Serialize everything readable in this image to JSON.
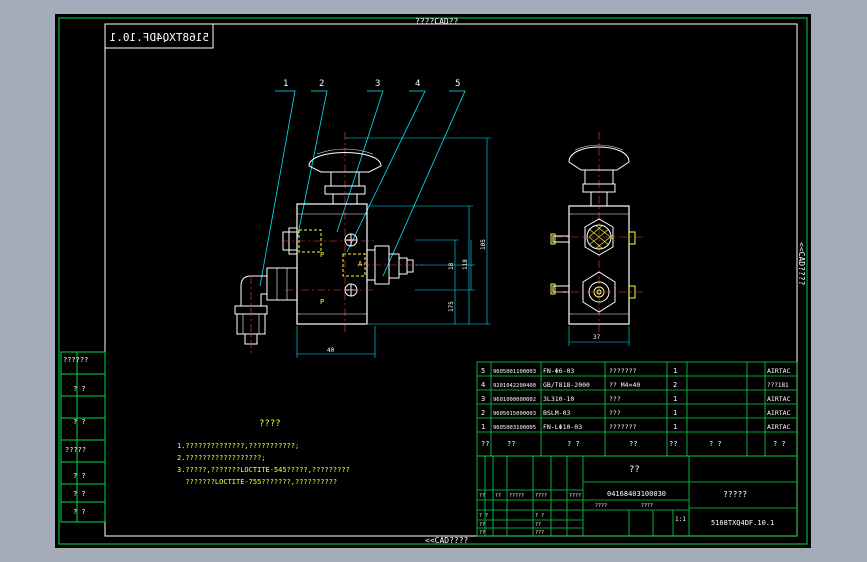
{
  "frame": {
    "top_title": "????CAD??",
    "bottom_title": "<<CAD????",
    "right_title": "<<CAD????",
    "drawing_number_box": "5168TXQ4DF.10.1"
  },
  "left_strip": [
    "??????",
    "? ?",
    "? ?",
    "?????",
    "? ?",
    "? ?",
    "? ?"
  ],
  "part_callouts": [
    "1",
    "2",
    "3",
    "4",
    "5"
  ],
  "front_view": {
    "port_labels": [
      "P",
      "A",
      "P"
    ],
    "dimensions": [
      "40",
      "105",
      "118",
      "18",
      "175"
    ]
  },
  "side_view": {
    "dimension": "37"
  },
  "notes": {
    "title": "????",
    "lines": [
      "1.??????????????,???????????;",
      "2.??????????????????;",
      "3.?????,???????LOCTITE-545?????,?????????",
      "  ???????LOCTITE-755???????,??????????"
    ]
  },
  "bom": {
    "rows": [
      {
        "no": "5",
        "code": "9605001100003",
        "name": "FN-Φ6-03",
        "desc": "???????",
        "qty": "1",
        "mat": "AIRTAC"
      },
      {
        "no": "4",
        "code": "9201042200400",
        "name": "GB/T818-2000",
        "desc": "?? M4×40",
        "qty": "2",
        "mat": "???181"
      },
      {
        "no": "3",
        "code": "9601000000002",
        "name": "3L310-10",
        "desc": "???",
        "qty": "1",
        "mat": "AIRTAC"
      },
      {
        "no": "2",
        "code": "9605015000003",
        "name": "BSLM-03",
        "desc": "???",
        "qty": "1",
        "mat": "AIRTAC"
      },
      {
        "no": "1",
        "code": "9605003100005",
        "name": "FN-LΦ10-03",
        "desc": "???????",
        "qty": "1",
        "mat": "AIRTAC"
      }
    ],
    "header": [
      "??",
      "??",
      "? ?",
      "??",
      "??",
      "? ?",
      "? ?"
    ]
  },
  "title_block": {
    "name": "??",
    "code": "04168403100030",
    "drawing_title": "?????",
    "drawing_number": "5168TXQ4DF.10.1",
    "scale": "1:1",
    "small_labels": [
      "??",
      "??",
      "?????",
      "????",
      "????",
      "? ?",
      "? ?",
      "??",
      "??",
      "??",
      "???",
      "????",
      "????"
    ]
  },
  "colors": {
    "line": "#00d84a",
    "text": "#ffffff",
    "yellow": "#ffff33",
    "cyan": "#00e8ff",
    "red": "#ff3b3b",
    "sheet": "#000000",
    "bg": "#a3acb8"
  }
}
